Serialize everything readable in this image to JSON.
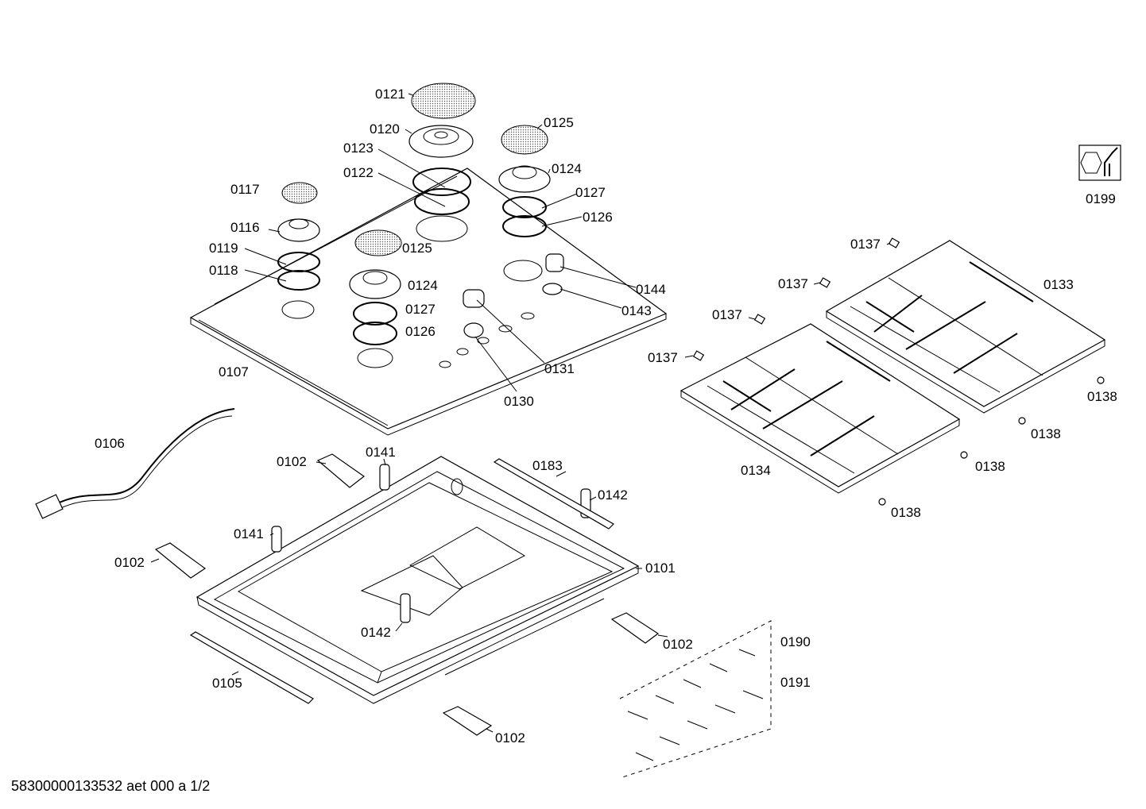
{
  "footer": "58300000133532 aet 000 a 1/2",
  "tool_icon": "wrench-icon",
  "labels": {
    "p0121": "0121",
    "p0120": "0120",
    "p0123": "0123",
    "p0122": "0122",
    "p0125a": "0125",
    "p0124a": "0124",
    "p0127a": "0127",
    "p0126a": "0126",
    "p0117": "0117",
    "p0116": "0116",
    "p0119": "0119",
    "p0118": "0118",
    "p0125b": "0125",
    "p0124b": "0124",
    "p0127b": "0127",
    "p0126b": "0126",
    "p0144": "0144",
    "p0143": "0143",
    "p0131": "0131",
    "p0130": "0130",
    "p0107": "0107",
    "p0199": "0199",
    "p0137a": "0137",
    "p0137b": "0137",
    "p0137c": "0137",
    "p0137d": "0137",
    "p0133": "0133",
    "p0134": "0134",
    "p0138a": "0138",
    "p0138b": "0138",
    "p0138c": "0138",
    "p0138d": "0138",
    "p0106": "0106",
    "p0102a": "0102",
    "p0141a": "0141",
    "p0183": "0183",
    "p0142a": "0142",
    "p0141b": "0141",
    "p0102b": "0102",
    "p0101": "0101",
    "p0142b": "0142",
    "p0102c": "0102",
    "p0190": "0190",
    "p0191": "0191",
    "p0105": "0105",
    "p0102d": "0102"
  }
}
